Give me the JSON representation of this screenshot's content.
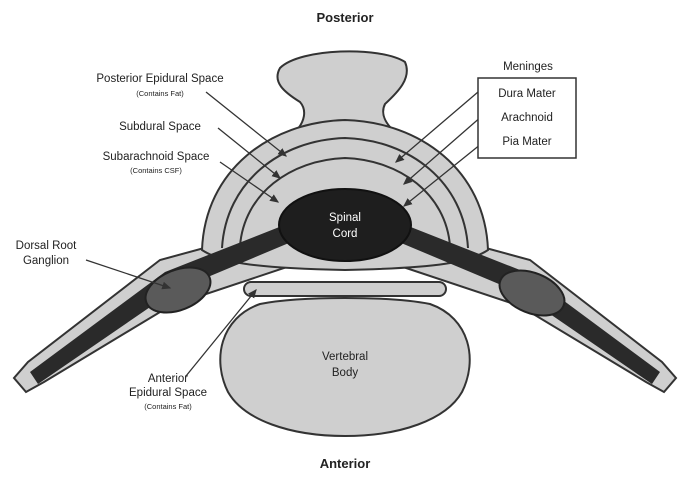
{
  "orientation": {
    "posterior": "Posterior",
    "anterior": "Anterior"
  },
  "labels": {
    "posterior_epidural": "Posterior Epidural Space",
    "posterior_epidural_note": "(Contains Fat)",
    "subdural": "Subdural Space",
    "subarachnoid": "Subarachnoid Space",
    "subarachnoid_note": "(Contains CSF)",
    "dorsal_root_line1": "Dorsal Root",
    "dorsal_root_line2": "Ganglion",
    "anterior_epidural_line1": "Anterior",
    "anterior_epidural_line2": "Epidural Space",
    "anterior_epidural_note": "(Contains Fat)",
    "spinal_cord_line1": "Spinal",
    "spinal_cord_line2": "Cord",
    "vertebral_body_line1": "Vertebral",
    "vertebral_body_line2": "Body"
  },
  "meninges": {
    "title": "Meninges",
    "items": [
      "Dura Mater",
      "Arachnoid",
      "Pia Mater"
    ]
  },
  "colors": {
    "bone": "#cfcfcf",
    "dark_structure": "#1e1e1e",
    "ganglion": "#5a5a5a",
    "outline": "#333333"
  }
}
